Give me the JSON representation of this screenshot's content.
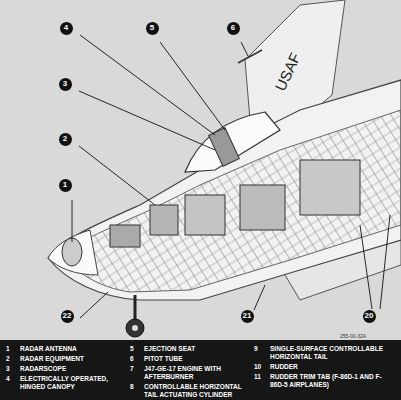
{
  "diagram": {
    "nodes": [
      {
        "text": [
          "1"
        ]
      },
      {
        "text": [
          "2"
        ]
      },
      {
        "text": [
          "3"
        ]
      },
      {
        "text": [
          "4"
        ]
      },
      {
        "text": [
          "5"
        ]
      },
      {
        "text": [
          "6"
        ]
      },
      {
        "text": [
          "22"
        ]
      },
      {
        "text": [
          "21"
        ]
      },
      {
        "text": [
          "20"
        ]
      }
    ],
    "labels": [
      "USAF",
      "255-00-32A",
      "1",
      "RADAR ANTENNA",
      "2",
      "RADAR EQUIPMENT",
      "3",
      "RADARSCOPE",
      "4",
      "ELECTRICALLY OPERATED, HINGED CANOPY",
      "5",
      "EJECTION SEAT",
      "6",
      "PITOT TUBE",
      "7",
      "J47-GE-17 ENGINE WITH AFTERBURNER",
      "8",
      "CONTROLLABLE HORIZONTAL TAIL ACTUATING CYLINDER",
      "9",
      "SINGLE-SURFACE CONTROLLABLE HORIZONTAL TAIL",
      "10",
      "RUDDER",
      "11",
      "RUDDER TRIM TAB (F-86D-1 AND F-86D-5 AIRPLANES)"
    ]
  }
}
